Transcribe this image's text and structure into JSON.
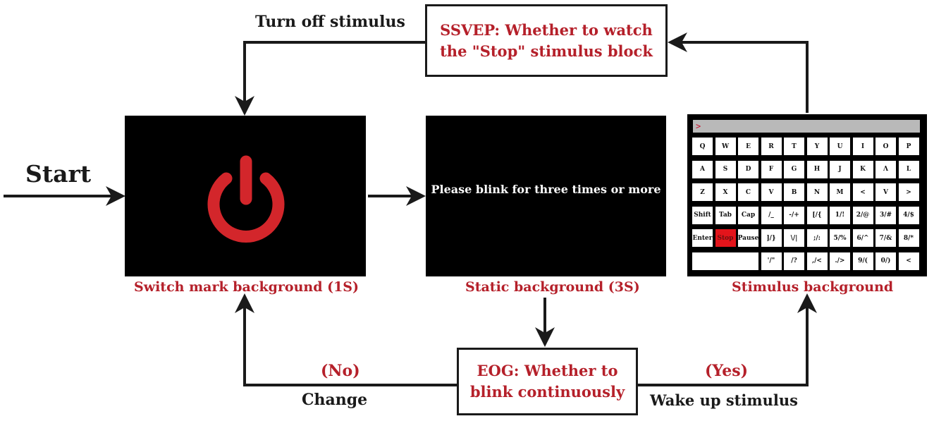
{
  "labels": {
    "turn_off": "Turn off stimulus",
    "start": "Start",
    "switch_bg": "Switch mark background (1S)",
    "static_bg": "Static background (3S)",
    "stimulus_bg": "Stimulus background",
    "no": "(No)",
    "change": "Change",
    "yes": "(Yes)",
    "wake_up": "Wake up stimulus"
  },
  "boxes": {
    "ssvep_line1": "SSVEP: Whether to watch",
    "ssvep_line2": "the \"Stop\" stimulus block",
    "eog_line1": "EOG: Whether to",
    "eog_line2": "blink continuously"
  },
  "static_panel_text": "Please blink for three times or more",
  "keyboard": {
    "prompt": ">",
    "rows": [
      [
        "Q",
        "W",
        "E",
        "R",
        "T",
        "Y",
        "U",
        "I",
        "O",
        "P"
      ],
      [
        "A",
        "S",
        "D",
        "F",
        "G",
        "H",
        "J",
        "K",
        "Λ",
        "L"
      ],
      [
        "Z",
        "X",
        "C",
        "V",
        "B",
        "N",
        "M",
        "<",
        "V",
        ">"
      ],
      [
        "Shift",
        "Tab",
        "Cap",
        "/_",
        "-/+",
        "[/{",
        "1/!",
        "2/@",
        "3/#",
        "4/$"
      ],
      [
        "Enter",
        "Stop",
        "Pause",
        "]/}",
        "\\/|",
        ";/:",
        "5/%",
        "6/^",
        "7/&",
        "8/*"
      ],
      [
        "",
        "",
        "",
        "'/\"",
        "/?",
        ",/<",
        "./>",
        "9/(",
        "0/)",
        "<"
      ]
    ]
  },
  "colors": {
    "accent_red": "#b5202a",
    "power_icon": "#d3262b",
    "stop_key": "#e3141b",
    "panel": "#000000"
  },
  "icons": [
    "power-icon"
  ]
}
